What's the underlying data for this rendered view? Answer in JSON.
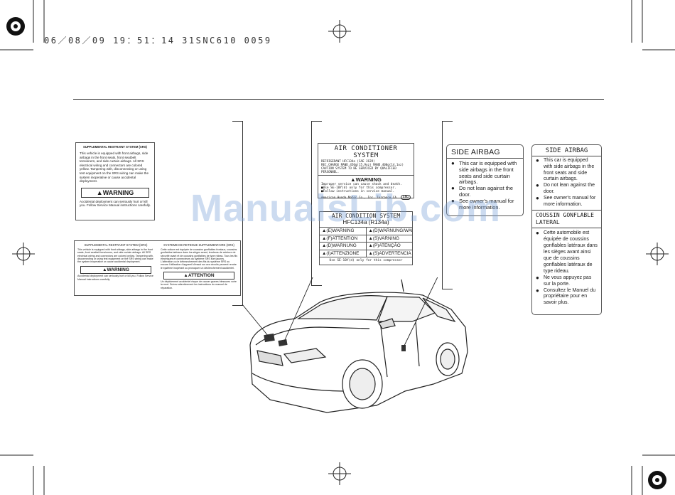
{
  "print_header": "06／08／09 19：51：14 31SNC610 0059",
  "watermark": "ManualsLib.com",
  "srs_en": {
    "title": "SUPPLEMENTAL RESTRAINT SYSTEM (SRS)",
    "body": "This vehicle is equipped with front airbags, side airbags in the front seats, front seatbelt tensioners, and side curtain airbags. All SRS electrical wiring and connectors are colored yellow. Tampering with, disconnecting or using test equipment on the SRS wiring can make the system inoperative or cause accidental deployment.",
    "warning": "▲WARNING",
    "warning_text": "Accidental deployment can seriously hurt or kill you. Follow Service Manual instructions carefully."
  },
  "srs_bi": {
    "title_en": "SUPPLEMENTAL RESTRAINT SYSTEM (SRS)",
    "title_fr": "SYSTEME DE RETENUE SUPPLEMENTAIRE (SRS)",
    "body_en": "This vehicle is equipped with front airbags, side airbags in the front seats, front seatbelt tensioners, and side curtain airbags. All SRS electrical wiring and connectors are colored yellow. Tampering with, disconnecting or using test equipment on the SRS wiring can make the system inoperative or cause accidental deployment.",
    "body_fr": "Cette voiture est équipée de coussins gonflables frontaux, coussins gonflables latéraux dans les sièges avant, tendeurs de ceinture de sécurité avant et de coussins gonflables de type rideau. Tous les fils électriques et connecteurs du système SRS sont jaunes. L'altération ou le débranchement des fils du système SRS ou encore l'utilisation d'appareil d'essai sur ces circuits peuvent rendre le système inopérant ou provoquer un déclenchement accidentel.",
    "warning": "▲WARNING",
    "warning_text": "Accidental deployment can seriously hurt or kill you. Follow Service Manual instructions carefully.",
    "attention": "▲ATTENTION",
    "attention_text": "Un déploiement accidentel risque de causer graves blessures voire la mort. Suivez attentivement les instructions du manuel de réparation."
  },
  "ac": {
    "title": "AIR CONDITIONER SYSTEM",
    "line1": "REFRIGERANT HFC134a          (SAE J639)",
    "line2": "REC.CHARGE MAND.450g(15.9oz) MAND.400g(14.1oz)",
    "line3": "CAUTION SYSTEM TO BE SERVICED BY QUALIFIED PERSONNEL.",
    "warning": "▲WARNING",
    "w1": "Improper service can cause shock and death.",
    "w2": "■Use SE-10Y(d) only for this compressor.",
    "w3": "■Follow instructions in service manual.",
    "footer": "American Honda Motor Co., Inc. Torrance CA",
    "badge": "ENG"
  },
  "ac_multi": {
    "title": "AIR CONDITION SYSTEM",
    "subtitle": "HFC134a (R134a)",
    "rows": [
      [
        "▲(E)WARNING",
        "▲(D)WARNUNG/WARNING"
      ],
      [
        "▲(F)ATTENTION",
        "▲(S)VARNING"
      ],
      [
        "▲(D)WARNUNG",
        "▲(P)ATENÇÃO"
      ],
      [
        "▲(I)ATTENZIONE",
        "▲(S)ADVERTENCIA"
      ]
    ],
    "footer": "Use SE-10Y(d) only for this compressor"
  },
  "side_airbag_en": {
    "title": "SIDE AIRBAG",
    "items": [
      "This car is equipped with side airbags in the front seats and side curtain airbags.",
      "Do not lean against the door.",
      "See owner's manual for more information."
    ]
  },
  "side_airbag_bi": {
    "title": "SIDE AIRBAG",
    "items_en": [
      "This car is equipped with side airbags in the front seats and side curtain airbags.",
      "Do not lean against the door.",
      "See owner's manual for more information."
    ],
    "title_fr": "COUSSIN GONFLABLE LATERAL",
    "items_fr": [
      "Cette automobile est équipée de coussins gonflables latéraux dans les sièges avant ainsi que de coussins gonflables latéraux de type rideau.",
      "Ne vous appuyez pas sur la porte.",
      "Consultez le Manuel du propriétaire pour en savoir plus."
    ]
  }
}
